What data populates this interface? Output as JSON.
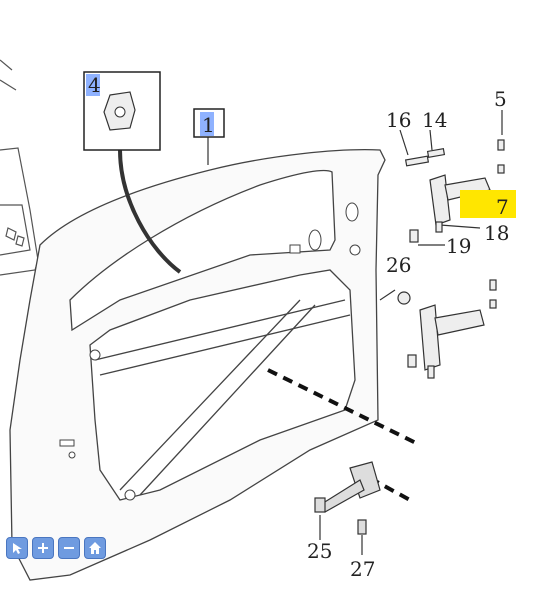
{
  "callouts": {
    "c1": "1",
    "c4": "4",
    "c5": "5",
    "c7": "7",
    "c14": "14",
    "c16": "16",
    "c18": "18",
    "c19": "19",
    "c25": "25",
    "c26": "26",
    "c27": "27"
  },
  "colors": {
    "highlight_yellow": "#ffe600",
    "highlight_blue": "#8fb2ff",
    "toolbar_blue": "#6f9be0"
  },
  "toolbar": {
    "icons": [
      "pointer-icon",
      "zoom-in-icon",
      "zoom-out-icon",
      "home-icon"
    ]
  }
}
